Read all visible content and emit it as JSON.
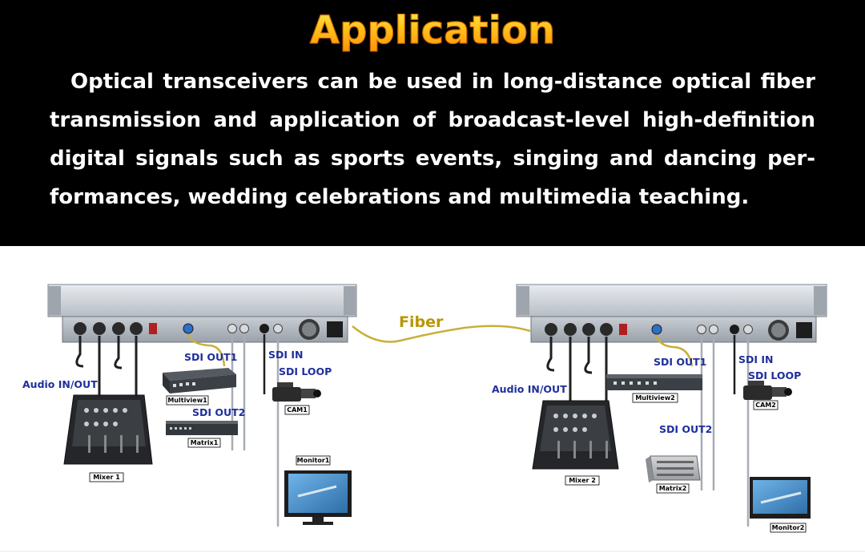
{
  "header": {
    "title": "Application",
    "description": "Optical transceivers can be used in long-distance optical fiber transmission and application of broadcast-level high-definition digital signals such as sports events, singing and dancing per-formances, wedding celebrations and multimedia teaching."
  },
  "diagram": {
    "fiber_label": "Fiber",
    "left": {
      "audio": "Audio IN/OUT",
      "sdi_out1": "SDI OUT1",
      "sdi_out2": "SDI OUT2",
      "sdi_in": "SDI IN",
      "sdi_loop": "SDI LOOP",
      "multiview": "Multiview1",
      "matrix": "Matrix1",
      "cam": "CAM1",
      "monitor": "Monitor1",
      "mixer": "Mixer 1"
    },
    "right": {
      "audio": "Audio IN/OUT",
      "sdi_out1": "SDI OUT1",
      "sdi_out2": "SDI OUT2",
      "sdi_in": "SDI IN",
      "sdi_loop": "SDI LOOP",
      "multiview": "Multiview2",
      "matrix": "Matrix2",
      "cam": "CAM2",
      "monitor": "Monitor2",
      "mixer": "Mixer 2"
    }
  },
  "colors": {
    "header_bg": "#000000",
    "title_gold": "#ffc21c",
    "label_blue": "#1f2f9c",
    "fiber_gold": "#b8960a"
  }
}
